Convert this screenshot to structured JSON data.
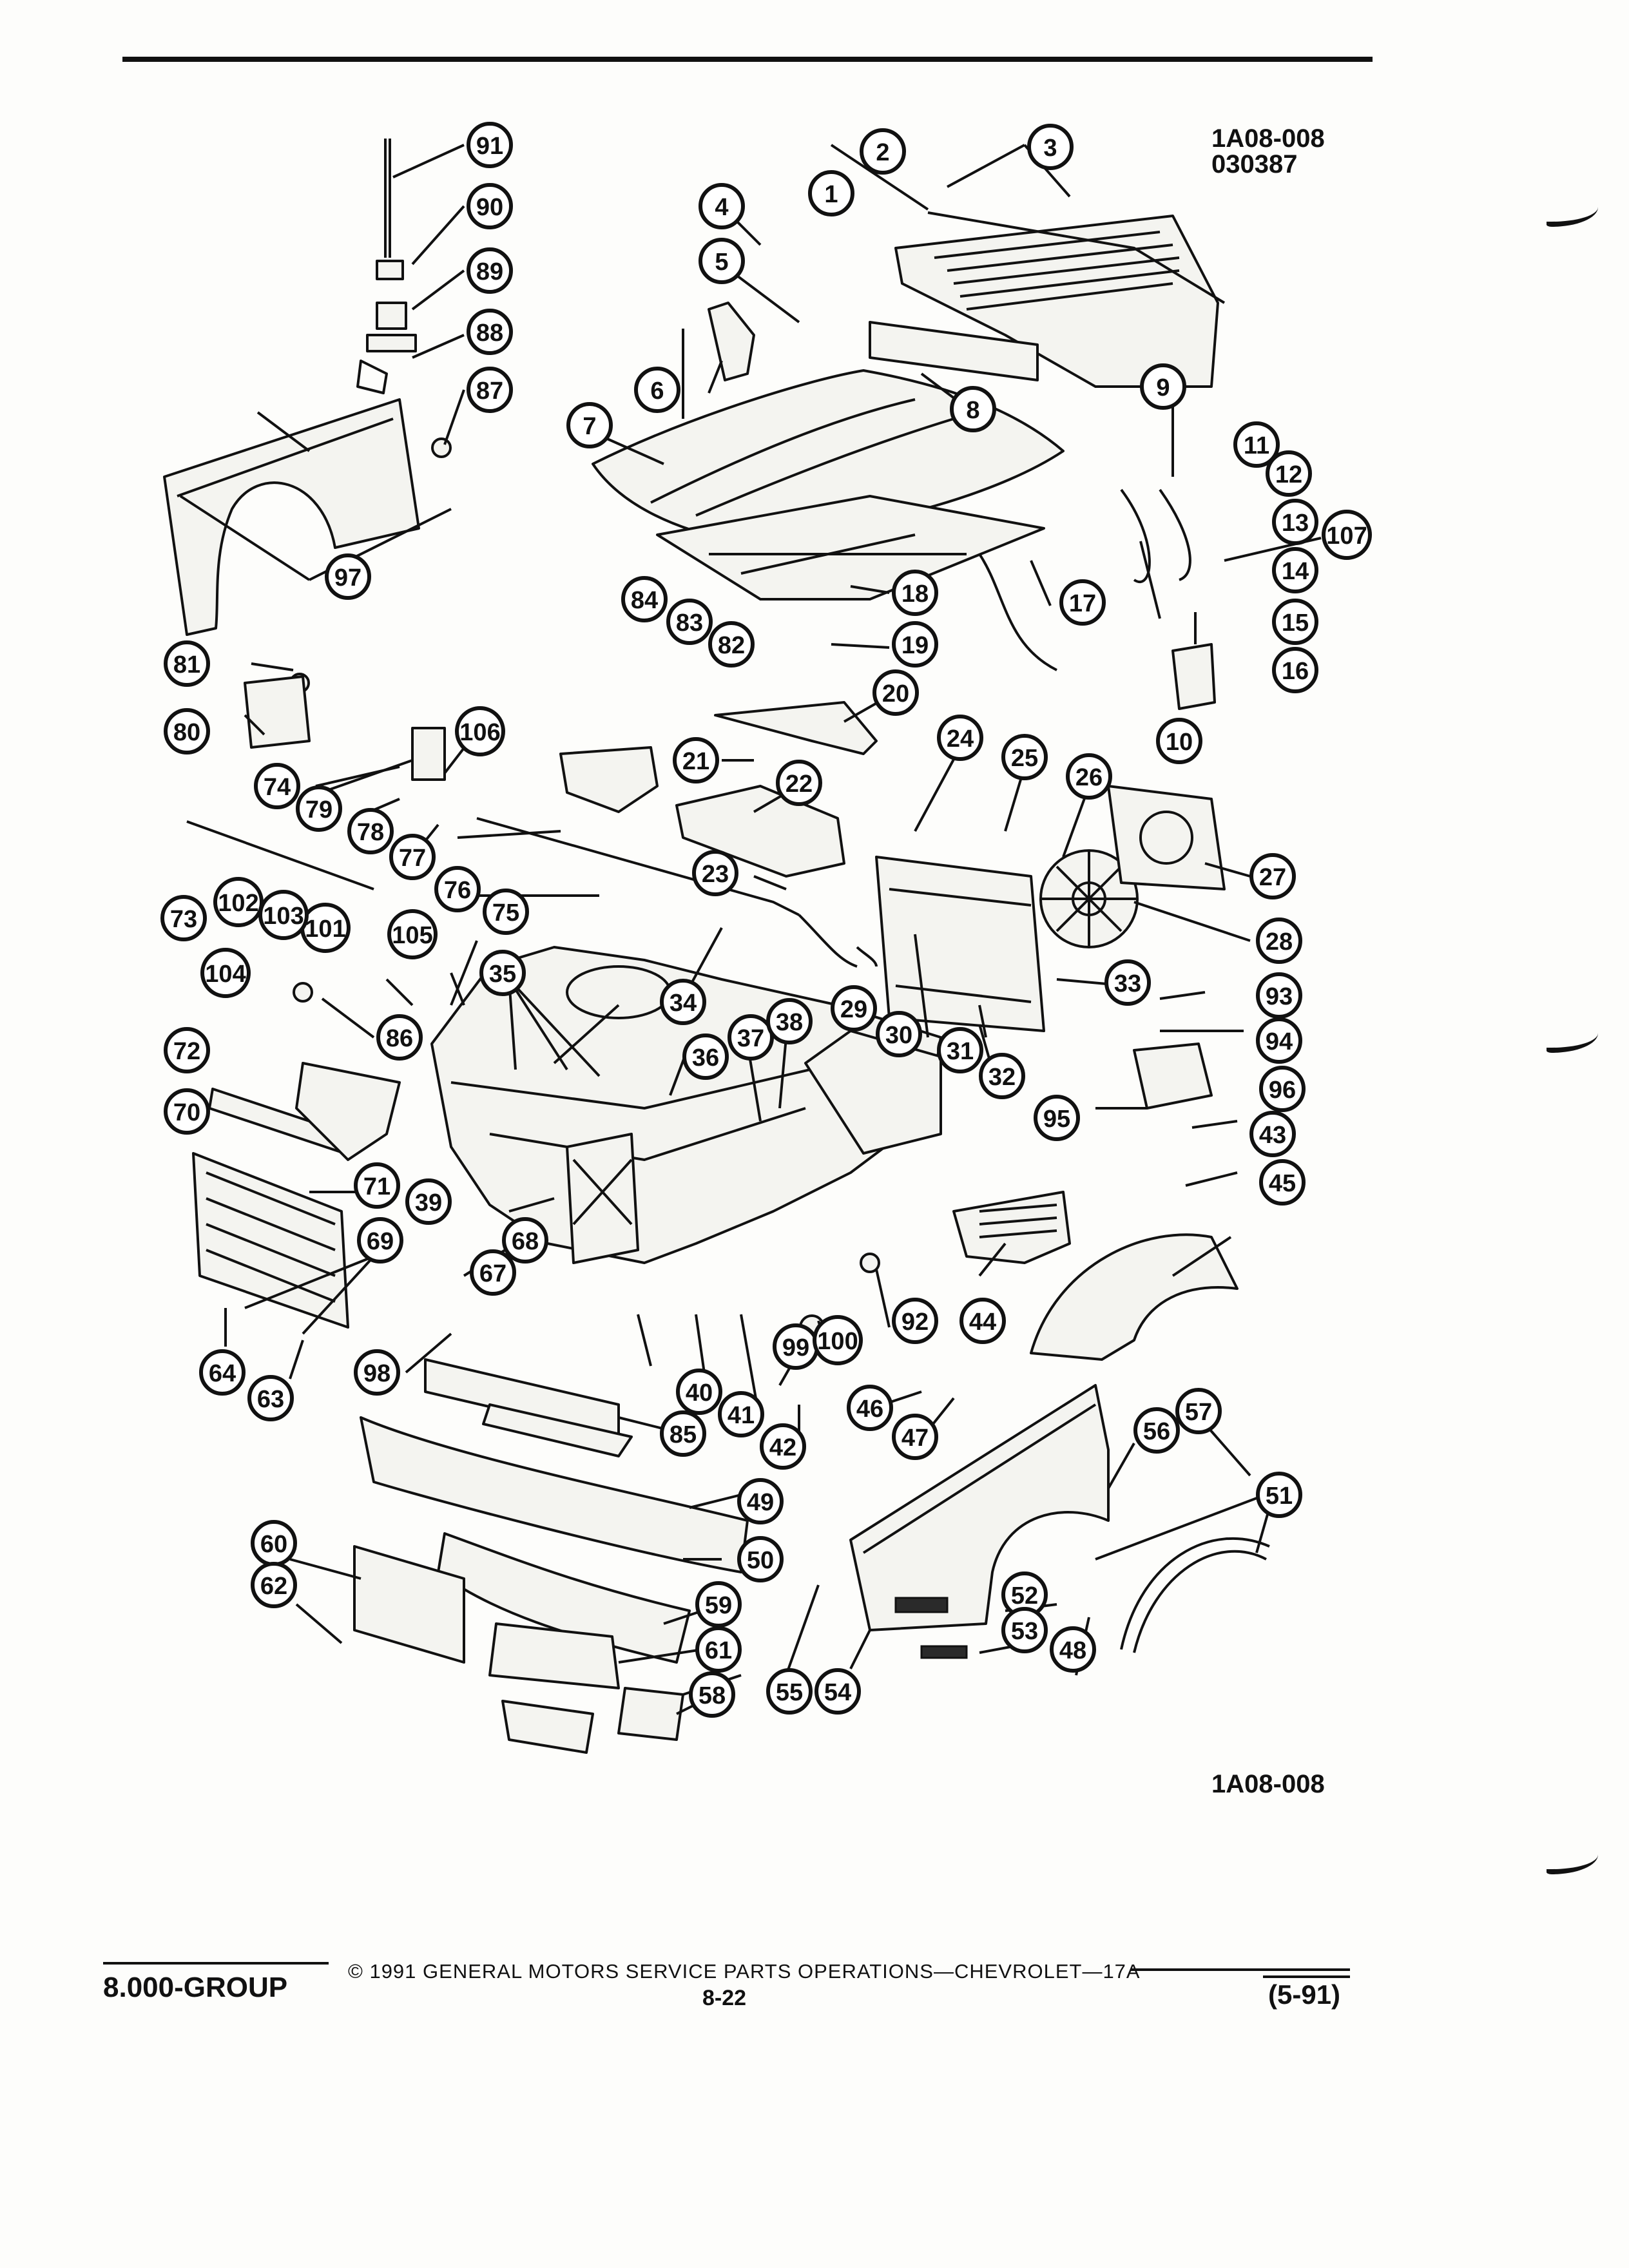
{
  "diagram": {
    "ref_top": "1A08-008",
    "ref_top_sub": "030387",
    "ref_bottom": "1A08-008",
    "callouts": [
      "1",
      "2",
      "3",
      "4",
      "5",
      "6",
      "7",
      "8",
      "9",
      "10",
      "11",
      "12",
      "13",
      "14",
      "15",
      "16",
      "17",
      "18",
      "19",
      "20",
      "21",
      "22",
      "23",
      "24",
      "25",
      "26",
      "27",
      "28",
      "29",
      "30",
      "31",
      "32",
      "33",
      "34",
      "35",
      "36",
      "37",
      "38",
      "39",
      "40",
      "41",
      "42",
      "43",
      "44",
      "45",
      "46",
      "47",
      "48",
      "49",
      "50",
      "51",
      "52",
      "53",
      "54",
      "55",
      "56",
      "57",
      "58",
      "59",
      "60",
      "61",
      "62",
      "63",
      "64",
      "67",
      "68",
      "69",
      "70",
      "71",
      "72",
      "73",
      "74",
      "75",
      "76",
      "77",
      "78",
      "79",
      "80",
      "81",
      "82",
      "83",
      "84",
      "85",
      "86",
      "87",
      "88",
      "89",
      "90",
      "91",
      "92",
      "93",
      "94",
      "95",
      "96",
      "97",
      "98",
      "99",
      "100",
      "101",
      "102",
      "103",
      "104",
      "105",
      "106",
      "107"
    ]
  },
  "footer": {
    "group": "8.000-GROUP",
    "copyright": "© 1991 GENERAL MOTORS SERVICE PARTS OPERATIONS—CHEVROLET—17A",
    "page": "8-22",
    "revision": "(5-91)"
  }
}
